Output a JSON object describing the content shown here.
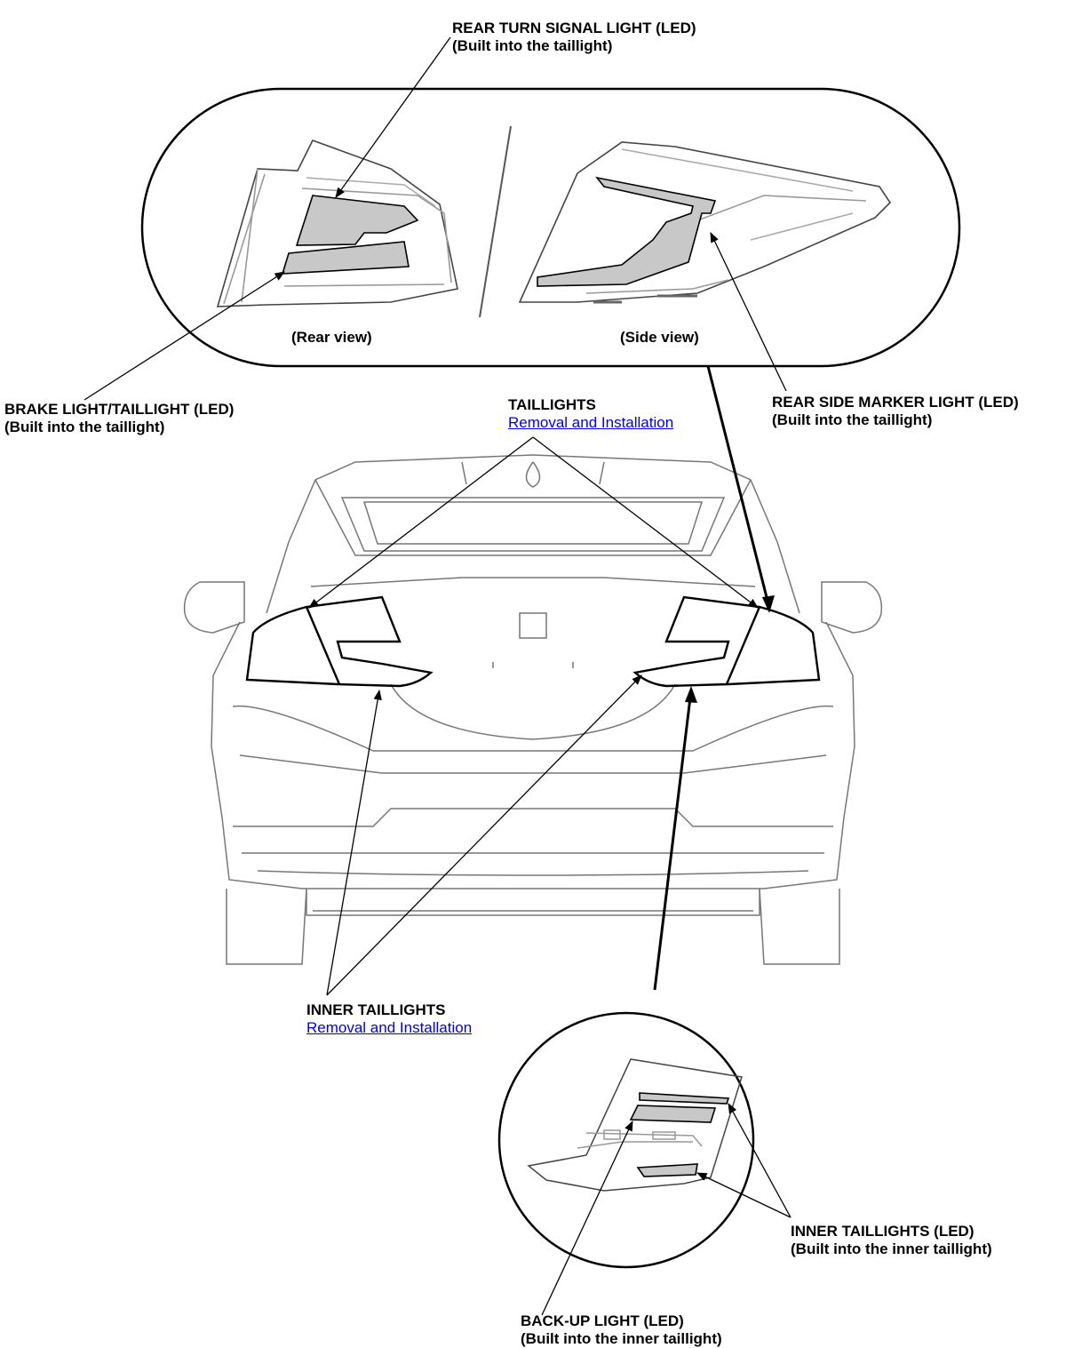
{
  "callouts": {
    "rear_turn_signal": {
      "title": "REAR TURN SIGNAL LIGHT (LED)",
      "sub": "(Built into the taillight)"
    },
    "brake_taillight": {
      "title": "BRAKE LIGHT/TAILLIGHT (LED)",
      "sub": "(Built into the taillight)"
    },
    "taillights": {
      "title": "TAILLIGHTS",
      "link": "Removal and Installation"
    },
    "rear_side_marker": {
      "title": "REAR SIDE MARKER LIGHT (LED)",
      "sub": "(Built into the taillight)"
    },
    "inner_taillights": {
      "title": "INNER TAILLIGHTS",
      "link": "Removal and Installation"
    },
    "inner_taillights_led": {
      "title": "INNER TAILLIGHTS (LED)",
      "sub": "(Built into the inner taillight)"
    },
    "backup_light": {
      "title": "BACK-UP LIGHT (LED)",
      "sub": "(Built into the inner taillight)"
    }
  },
  "views": {
    "rear": "(Rear view)",
    "side": "(Side view)"
  },
  "colors": {
    "line": "#000000",
    "faint": "#8a8a8a",
    "lamp_fill": "#c8c8c8",
    "link": "#0000ee"
  }
}
